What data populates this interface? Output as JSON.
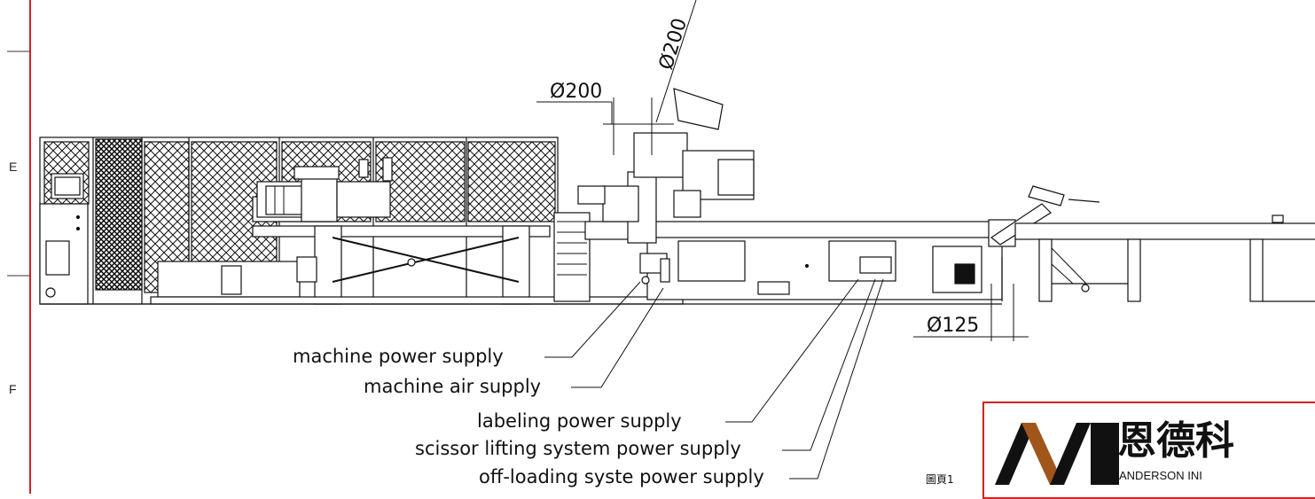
{
  "zone_labels": [
    "E",
    "F"
  ],
  "dimensions": {
    "diameter_top": "Ø200",
    "diameter_left": "Ø200",
    "diameter_right": "Ø125"
  },
  "callouts": [
    "machine power supply",
    "machine air supply",
    "labeling power supply",
    "scissor lifting system power supply",
    "off-loading syste power supply"
  ],
  "page_label": "圖頁1",
  "title_block": {
    "company_cn": "恩德科",
    "company_en": "ANDERSON INI",
    "logo_colors": {
      "dark": "#111111",
      "accent": "#a0561b"
    },
    "border_color": "#d42020"
  }
}
